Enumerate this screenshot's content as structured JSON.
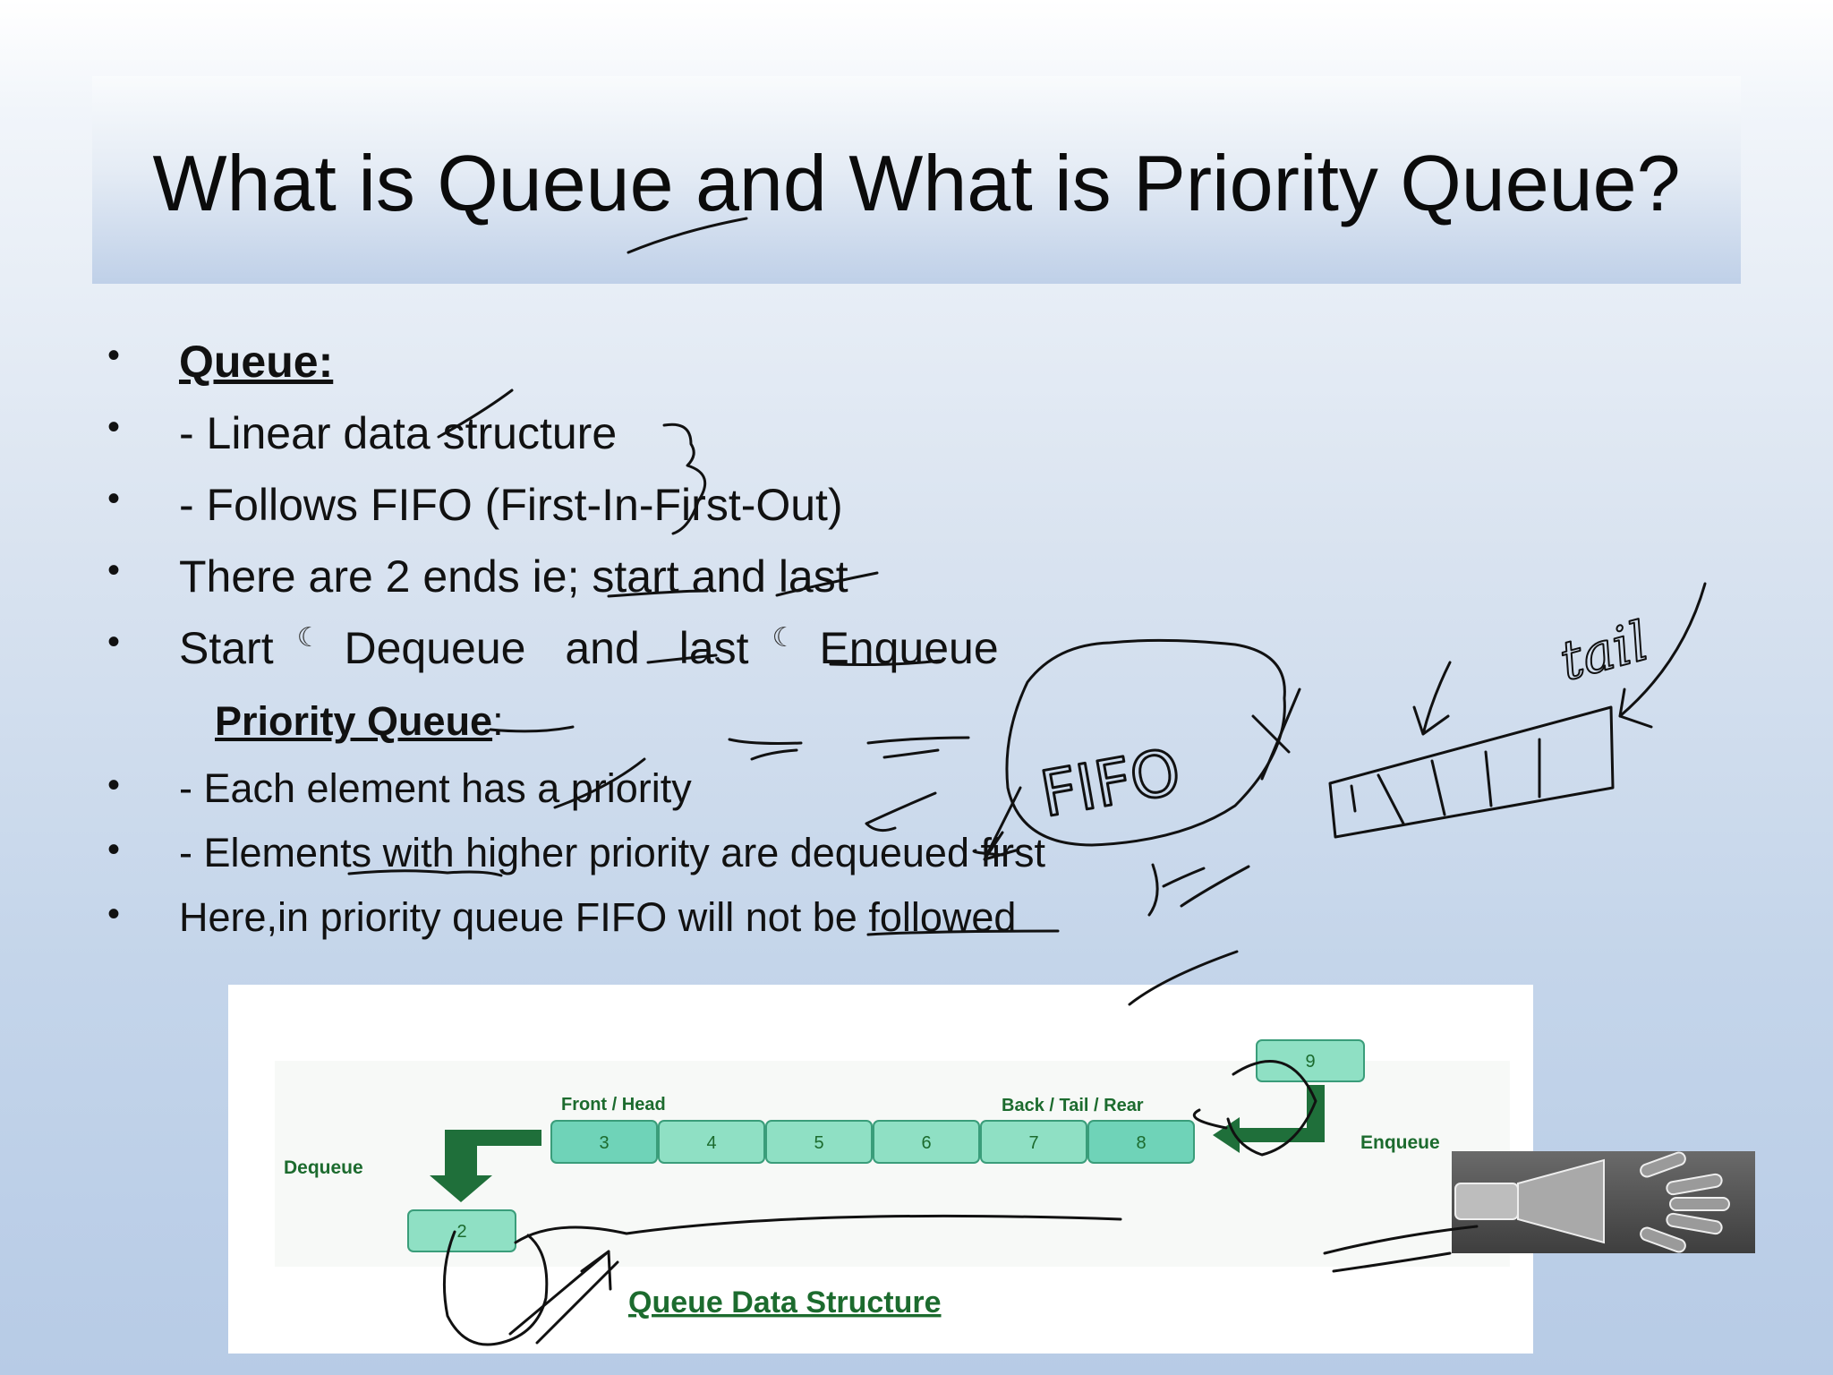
{
  "slide": {
    "title": "What is Queue and What is Priority Queue?",
    "bullets": [
      {
        "marker": "•",
        "text": " Queue:",
        "style": "bold-underline"
      },
      {
        "marker": "•",
        "text": "- Linear data structure"
      },
      {
        "marker": "•",
        "text": "- Follows FIFO (First-In-First-Out)"
      },
      {
        "marker": "•",
        "text": "There are 2 ends ie; start and last"
      },
      {
        "marker": "•",
        "start": "Start",
        "dequeue": "Dequeue",
        "and": "and",
        "last": "last",
        "enqueue": "Enqueue",
        "symbol": "☾"
      },
      {
        "marker": "",
        "text": "Priority Queue",
        "suffix": ":"
      },
      {
        "marker": "•",
        "text": "- Each element has a priority"
      },
      {
        "marker": "•",
        "text": "- Elements with higher priority are dequeued first"
      },
      {
        "marker": "•",
        "text": "Here,in priority queue FIFO will not be followed"
      }
    ]
  },
  "figure": {
    "front_label": "Front / Head",
    "back_label": "Back / Tail / Rear",
    "dequeue_label": "Dequeue",
    "enqueue_label": "Enqueue",
    "cells": [
      "3",
      "4",
      "5",
      "6",
      "7",
      "8"
    ],
    "incoming": "9",
    "outgoing": "2",
    "caption": "Queue Data Structure",
    "colors": {
      "cell": "#8fe0c4",
      "cell_dark": "#6fd3b8",
      "arrow": "#1f6f3a",
      "caption": "#1c6b2e"
    }
  },
  "annotations": {
    "fifo": "FIFO",
    "tail": "tail",
    "speaker_icon": "speaker-icon"
  }
}
